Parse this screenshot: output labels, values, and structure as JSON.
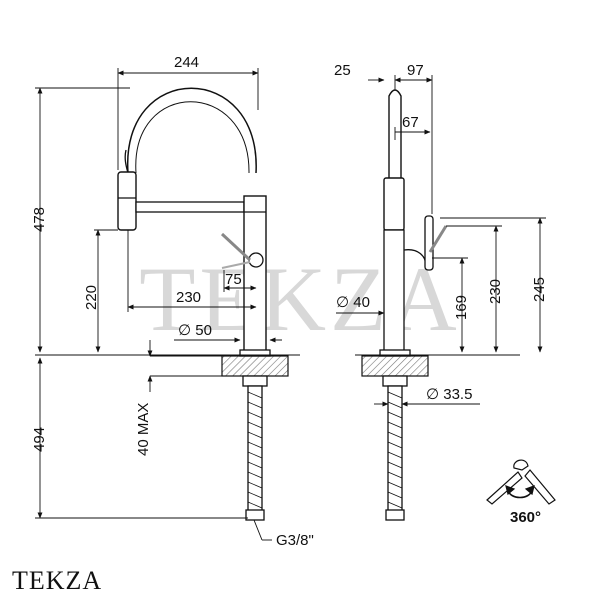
{
  "brand": "TEKZA",
  "watermark": "TEKZA",
  "colors": {
    "line": "#111111",
    "watermark": "#c8c8c8"
  },
  "front_view": {
    "width": "244",
    "total_height": "478",
    "handle_height": "220",
    "reach": "230",
    "handle_offset": "75",
    "base_diameter": "∅ 50",
    "below_counter": "494",
    "deck_thickness": "40 MAX",
    "connector": "G3/8\""
  },
  "side_view": {
    "top_offset": "25",
    "top_depth": "97",
    "handle_depth": "67",
    "spout_height": "230",
    "handle_top_height": "245",
    "handle_low_height": "169",
    "body_diameter": "∅ 40",
    "hole_diameter": "∅ 33.5"
  },
  "rotation": {
    "label": "360°",
    "icon": "rotation-arrow-icon"
  }
}
